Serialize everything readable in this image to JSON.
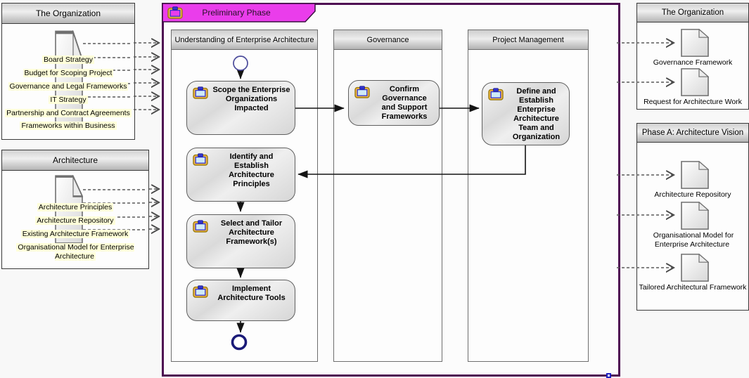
{
  "colors": {
    "tab_fill": "#ea3deb",
    "container_border": "#4e0d52",
    "highlight_yellow": "#ffffd9",
    "activity_border": "#5f5f5f",
    "flow_color": "#141414",
    "dashed_color": "#5a5a5a"
  },
  "preliminary_phase": {
    "tab_label": "Preliminary Phase",
    "lanes": [
      {
        "title": "Understanding of Enterprise Architecture",
        "activities": [
          "Scope the Enterprise Organizations Impacted",
          "Identify and Establish Architecture Principles",
          "Select and Tailor Architecture Framework(s)",
          "Implement Architecture Tools"
        ]
      },
      {
        "title": "Governance",
        "activities": [
          "Confirm Governance and Support Frameworks"
        ]
      },
      {
        "title": "Project Management",
        "activities": [
          "Define and Establish Enterprise Architecture Team and Organization"
        ]
      }
    ]
  },
  "inputs": [
    {
      "title": "The Organization",
      "items": [
        "Board Strategy",
        "Budget for Scoping Project",
        "Governance and Legal Frameworks",
        "IT Strategy",
        "Partnership and Contract Agreements",
        "Frameworks within Business"
      ]
    },
    {
      "title": "Architecture",
      "items": [
        "Architecture Principles",
        "Architecture Repository",
        "Existing Architecture Framework",
        "Organisational Model for Enterprise Architecture"
      ]
    }
  ],
  "outputs": [
    {
      "title": "The Organization",
      "items": [
        "Governance Framework",
        "Request for Architecture Work"
      ]
    },
    {
      "title": "Phase A: Architecture Vision",
      "items": [
        "Architecture Repository",
        "Organisational Model for Enterprise Architecture",
        "Tailored Architectural Framework"
      ]
    }
  ]
}
